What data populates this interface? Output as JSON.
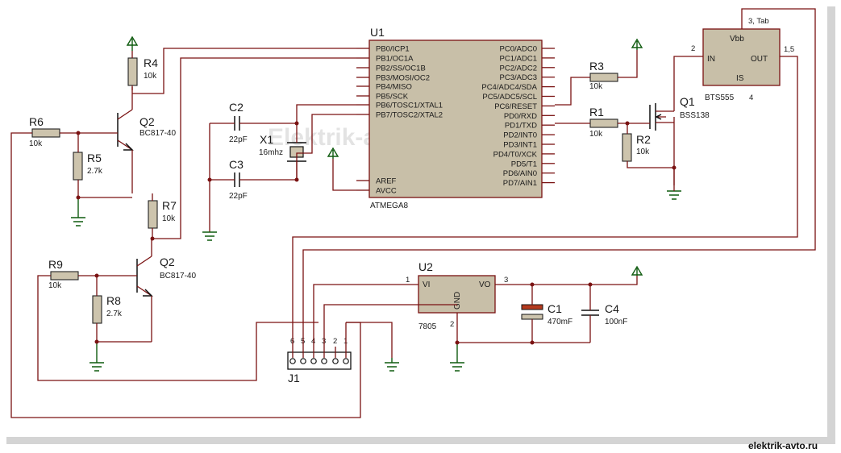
{
  "watermark": "Elektrik-avto.ru",
  "footer_text": "elektrik-avto.ru",
  "colors": {
    "wire": "#7a1212",
    "body": "#c8bfa8",
    "ground": "#0f5b0f"
  },
  "u1": {
    "ref": "U1",
    "part": "ATMEGA8",
    "left_pins": [
      "PB0/ICP1",
      "PB1/OC1A",
      "PB2/SS/OC1B",
      "PB3/MOSI/OC2",
      "PB4/MISO",
      "PB5/SCK",
      "PB6/TOSC1/XTAL1",
      "PB7/TOSC2/XTAL2",
      "AREF",
      "AVCC"
    ],
    "right_pins": [
      "PC0/ADC0",
      "PC1/ADC1",
      "PC2/ADC2",
      "PC3/ADC3",
      "PC4/ADC4/SDA",
      "PC5/ADC5/SCL",
      "PC6/RESET",
      "PD0/RXD",
      "PD1/TXD",
      "PD2/INT0",
      "PD3/INT1",
      "PD4/T0/XCK",
      "PD5/T1",
      "PD6/AIN0",
      "PD7/AIN1"
    ]
  },
  "u2": {
    "ref": "U2",
    "part": "7805",
    "pin_vi": "VI",
    "pin_vo": "VO",
    "pin_gnd": "GND",
    "n1": "1",
    "n2": "2",
    "n3": "3"
  },
  "bts": {
    "part": "BTS555",
    "pin_vbb": "Vbb",
    "pin_in": "IN",
    "pin_out": "OUT",
    "pin_is": "IS",
    "n_in": "2",
    "n_tab": "3, Tab",
    "n_out": "1,5",
    "n_is": "4"
  },
  "q1": {
    "ref": "Q1",
    "part": "BSS138"
  },
  "q2a": {
    "ref": "Q2",
    "part": "BC817-40"
  },
  "q2b": {
    "ref": "Q2",
    "part": "BC817-40"
  },
  "x1": {
    "ref": "X1",
    "value": "16mhz"
  },
  "capacitors": {
    "c1": {
      "ref": "C1",
      "value": "470mF"
    },
    "c2": {
      "ref": "C2",
      "value": "22pF"
    },
    "c3": {
      "ref": "C3",
      "value": "22pF"
    },
    "c4": {
      "ref": "C4",
      "value": "100nF"
    }
  },
  "resistors": {
    "r1": {
      "ref": "R1",
      "value": "10k"
    },
    "r2": {
      "ref": "R2",
      "value": "10k"
    },
    "r3": {
      "ref": "R3",
      "value": "10k"
    },
    "r4": {
      "ref": "R4",
      "value": "10k"
    },
    "r5": {
      "ref": "R5",
      "value": "2.7k"
    },
    "r6": {
      "ref": "R6",
      "value": "10k"
    },
    "r7": {
      "ref": "R7",
      "value": "10k"
    },
    "r8": {
      "ref": "R8",
      "value": "2.7k"
    },
    "r9": {
      "ref": "R9",
      "value": "10k"
    }
  },
  "j1": {
    "ref": "J1",
    "pins": [
      "6",
      "5",
      "4",
      "3",
      "2",
      "1"
    ]
  }
}
